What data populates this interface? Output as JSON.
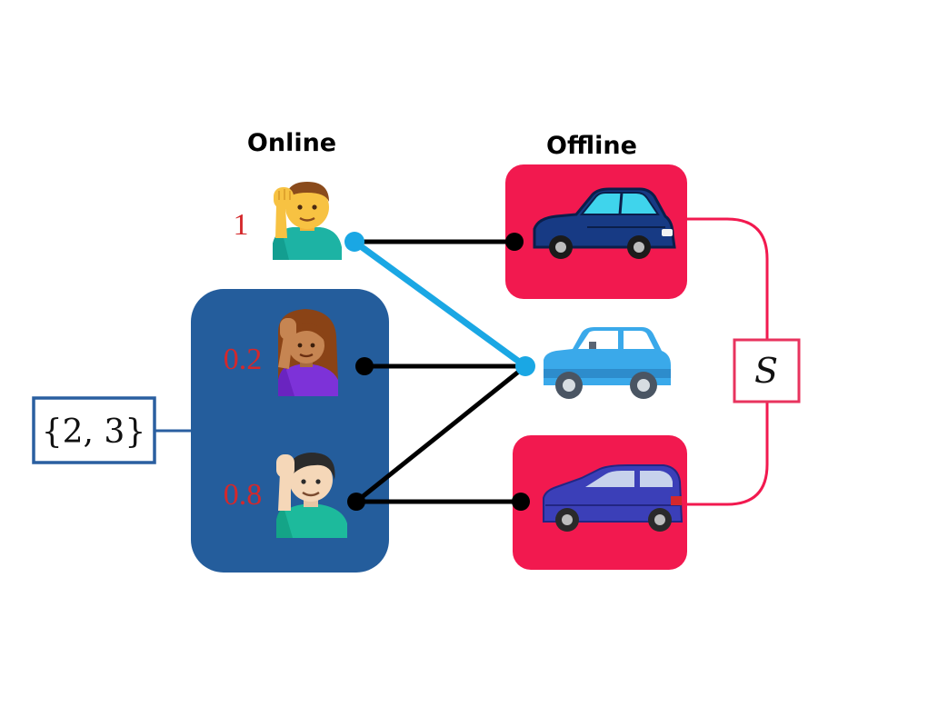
{
  "headers": {
    "online": "Online",
    "offline": "Offline"
  },
  "online_nodes": [
    {
      "weight": "1",
      "icon": "man-raising-hand-icon"
    },
    {
      "weight": "0.2",
      "icon": "woman-raising-hand-icon"
    },
    {
      "weight": "0.8",
      "icon": "boy-raising-hand-icon"
    }
  ],
  "offline_nodes": [
    {
      "icon": "dark-blue-sedan-icon",
      "highlighted": true
    },
    {
      "icon": "light-blue-car-icon",
      "highlighted": false
    },
    {
      "icon": "purple-minivan-icon",
      "highlighted": true
    }
  ],
  "group_label": "{2, 3}",
  "set_label": "S",
  "colors": {
    "group_box": "#245d9c",
    "highlight": "#f2194f",
    "matched_edge": "#1aa7e4",
    "edge": "#000000",
    "weight_text": "#d4282b",
    "group_label_border": "#2a5fa0",
    "set_label_border": "#e8335e"
  }
}
